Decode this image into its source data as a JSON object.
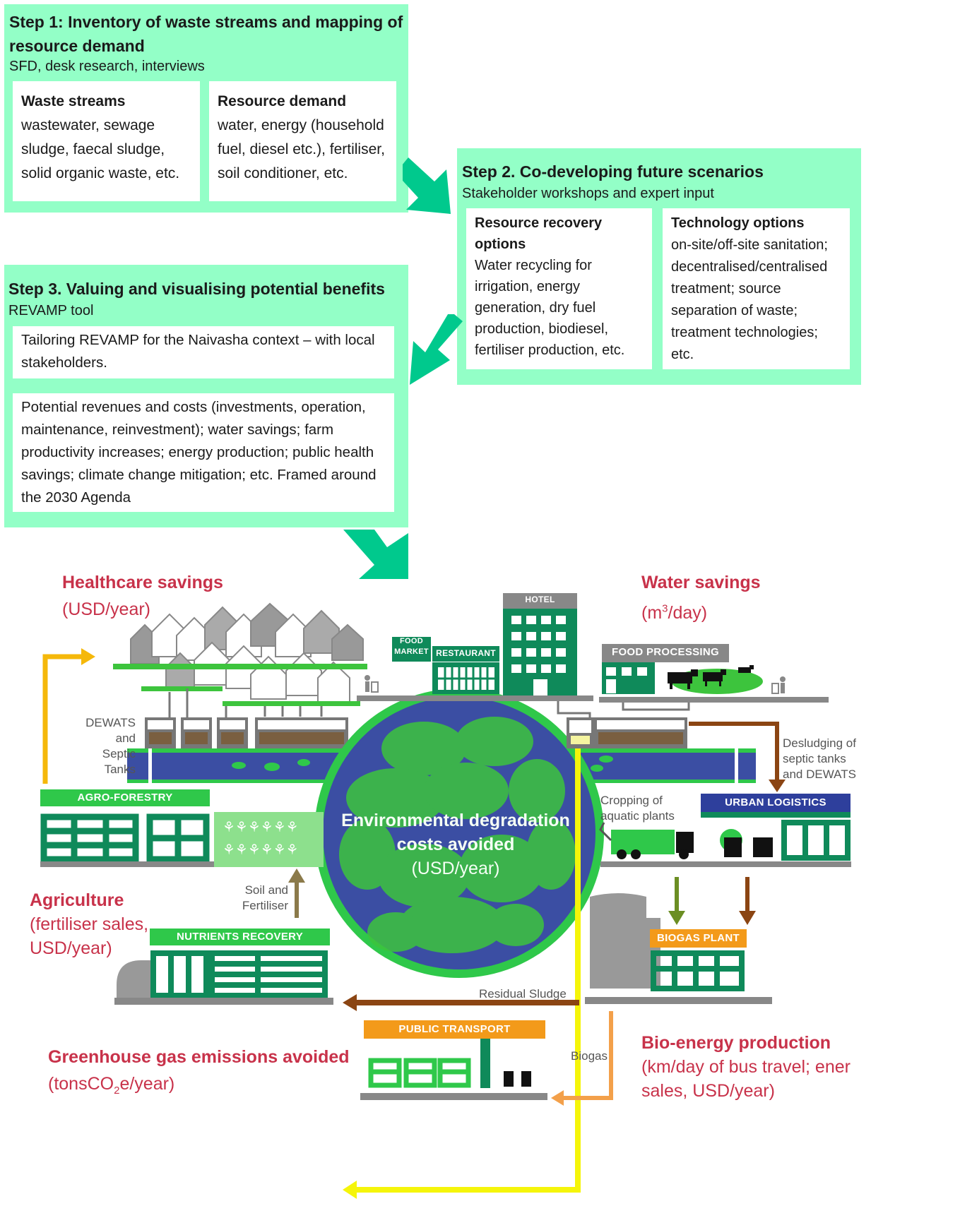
{
  "step1": {
    "title_line1": "Step 1: Inventory of waste streams and mapping of",
    "title_line2": "resource demand",
    "subtitle": "SFD, desk research, interviews",
    "box1": {
      "title": "Waste streams",
      "lines": [
        "wastewater, sewage",
        "sludge, faecal sludge,",
        "solid organic waste, etc."
      ]
    },
    "box2": {
      "title": "Resource demand",
      "lines": [
        "water, energy (household",
        "fuel, diesel etc.),  fertiliser,",
        "soil conditioner, etc."
      ]
    }
  },
  "step2": {
    "title": "Step 2. Co-developing future scenarios",
    "subtitle": "Stakeholder workshops and expert input",
    "box1": {
      "title_lines": [
        "Resource recovery",
        "options"
      ],
      "lines": [
        "Water recycling for",
        "irrigation, energy",
        "generation, dry fuel",
        "production, biodiesel,",
        "fertiliser production, etc."
      ]
    },
    "box2": {
      "title": "Technology options",
      "lines": [
        "on-site/off-site sanitation;",
        "decentralised/centralised",
        "treatment; source",
        "separation of waste;",
        "treatment technologies;",
        "etc."
      ]
    }
  },
  "step3": {
    "title": "Step 3. Valuing and visualising potential benefits",
    "subtitle": "REVAMP tool",
    "box1": {
      "lines": [
        "Tailoring REVAMP for the Naivasha context – with local",
        "stakeholders."
      ]
    },
    "box2": {
      "lines": [
        "Potential revenues and costs (investments, operation,",
        "maintenance, reinvestment); water savings; farm",
        "productivity increases; energy production; public health",
        "savings; climate change mitigation; etc. Framed around",
        "the 2030 Agenda"
      ]
    }
  },
  "illustration": {
    "healthcare": {
      "title": "Healthcare savings",
      "unit": "(USD/year)"
    },
    "water": {
      "title": "Water savings",
      "unit_prefix": "(m",
      "unit_sup": "3",
      "unit_suffix": "/day)"
    },
    "agriculture": {
      "title": "Agriculture",
      "unit1": "(fertiliser sales,",
      "unit2": "USD/year)"
    },
    "ghg": {
      "title": "Greenhouse gas emissions avoided",
      "unit_prefix": "(tonsCO",
      "unit_sub": "2",
      "unit_suffix": "e/year)"
    },
    "bioenergy": {
      "title": "Bio-energy production",
      "unit1": "(km/day of bus travel; ener",
      "unit2": "sales, USD/year)"
    },
    "env": {
      "title1": "Environmental degradation",
      "title2": "costs avoided",
      "unit": "(USD/year)"
    },
    "labels": {
      "dewats": [
        "DEWATS and",
        "Septic Tanks"
      ],
      "desludging": [
        "Desludging of",
        "septic tanks",
        "and DEWATS"
      ],
      "cropping": [
        "Cropping of",
        "aquatic plants"
      ],
      "soil": [
        "Soil and",
        "Fertiliser"
      ],
      "residual": "Residual Sludge",
      "biogas": "Biogas"
    },
    "signs": {
      "hotel": "HOTEL",
      "food_market": [
        "FOOD",
        "MARKET"
      ],
      "restaurant": "RESTAURANT",
      "food_processing": "FOOD PROCESSING",
      "agro": "AGRO-FORESTRY",
      "urban": "URBAN LOGISTICS",
      "nutrients": "NUTRIENTS RECOVERY",
      "biogas_plant": "BIOGAS PLANT",
      "public_transport": "PUBLIC TRANSPORT"
    },
    "colors": {
      "green": "#2fc84a",
      "dark_green": "#0f8a5a",
      "orange": "#f39a1a",
      "blue": "#2e3f9c",
      "brown": "#8b4513",
      "yellow": "#f5f50a"
    }
  }
}
